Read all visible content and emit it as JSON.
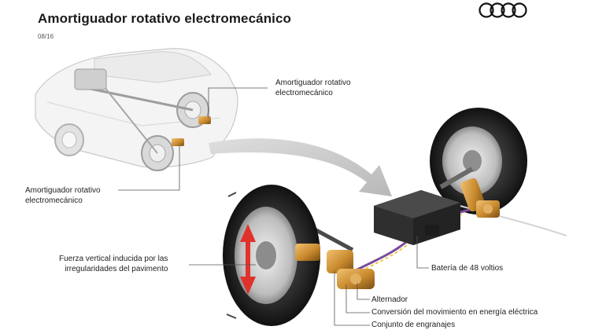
{
  "header": {
    "title": "Amortiguador rotativo electromecánico",
    "date": "08/16"
  },
  "brand": {
    "logo_icon": "four-rings-logo-icon",
    "logo_color": "#111111"
  },
  "labels": {
    "rear_damper": [
      "Amortiguador rotativo",
      "electromecánico"
    ],
    "front_damper": [
      "Amortiguador rotativo",
      "electromecánico"
    ],
    "vertical_force": [
      "Fuerza vertical inducida por las",
      "irregularidades del pavimento"
    ],
    "battery": "Batería de 48 voltios",
    "alternator": "Alternador",
    "conversion": "Conversión del movimiento en energía eléctrica",
    "gearset": "Conjunto de engranajes"
  },
  "colors": {
    "damper_gold": "#c98a2e",
    "force_arrow_red": "#e0322d",
    "cable_purple": "#7b4a9c",
    "cable_yellow": "#e8c21a",
    "battery_dark": "#2f2f2f",
    "flow_arrow_gray": "#c8c8c8"
  }
}
